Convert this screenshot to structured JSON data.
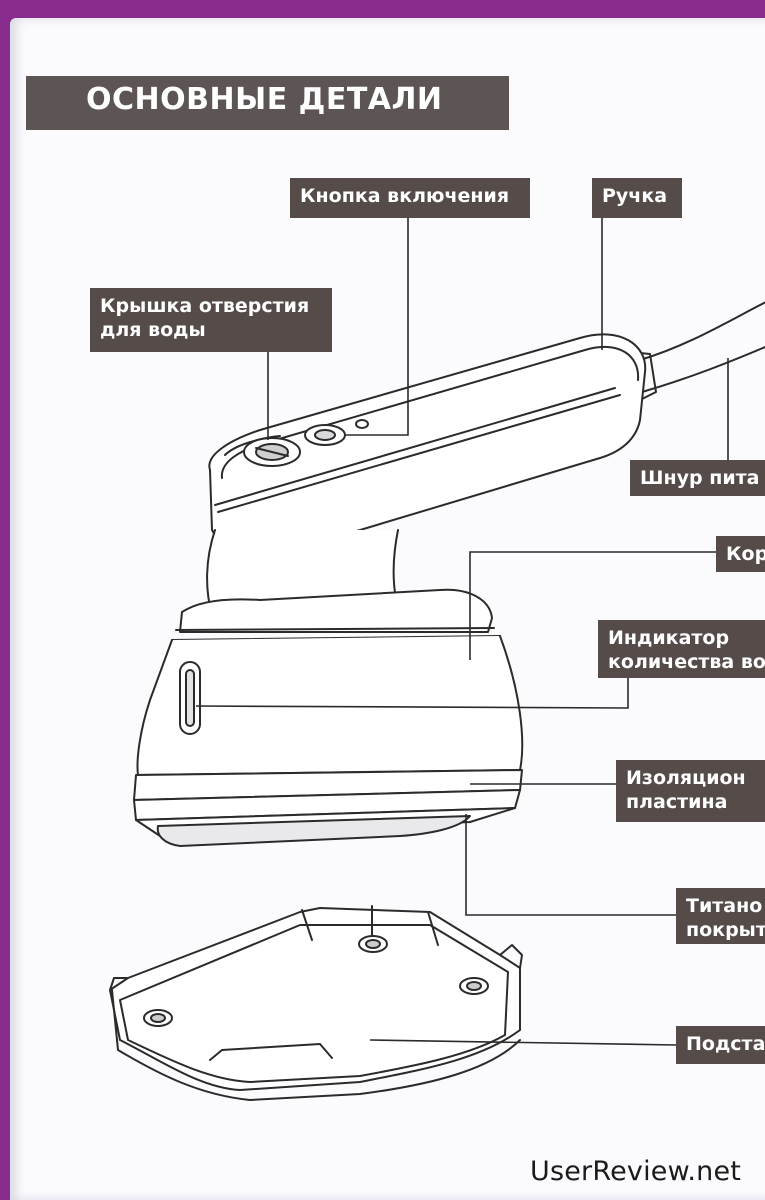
{
  "title": "ОСНОВНЫЕ ДЕТАЛИ",
  "labels": {
    "power_button": "Кнопка включения",
    "handle": "Ручка",
    "water_cap_line1": "Крышка отверстия",
    "water_cap_line2": "для воды",
    "power_cord": "Шнур пита",
    "body": "Кор",
    "indicator_line1": "Индикатор",
    "indicator_line2": "количества во",
    "insulation_line1": "Изоляцион",
    "insulation_line2": "пластина",
    "titanium_line1": "Титано",
    "titanium_line2": "покрыт",
    "stand": "Подста"
  },
  "watermark": "UserReview.net",
  "colors": {
    "background": "#8a2c8e",
    "page": "#fbfbfd",
    "label_bg": "#554c4a",
    "label_text": "#ffffff",
    "line": "#2b2b2b"
  }
}
